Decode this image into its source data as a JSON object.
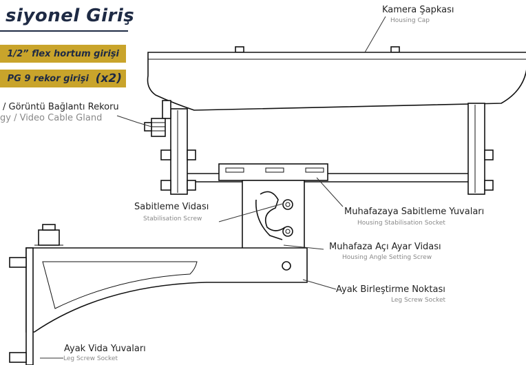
{
  "title": "siyonel Giriş",
  "inputs": {
    "flex_label": "1/2” flex hortum girişi",
    "pg9_label": "PG 9 rekor girişi",
    "pg9_count": "(x2)"
  },
  "labels": {
    "housing_cap": {
      "main": "Kamera Şapkası",
      "sub": "Housing Cap"
    },
    "cable_gland": {
      "main": "/ Görüntü Bağlantı Rekoru",
      "sub": "gy / Video Cable Gland"
    },
    "stabilisation_screw": {
      "main": "Sabitleme Vidası",
      "sub": "Stabilisation Screw"
    },
    "housing_stab_socket": {
      "main": "Muhafazaya Sabitleme Yuvaları",
      "sub": "Housing Stabilisation Socket"
    },
    "angle_screw": {
      "main": "Muhafaza Açı Ayar Vidası",
      "sub": "Housing Angle Setting Screw"
    },
    "leg_joint": {
      "main": "Ayak Birleştirme Noktası",
      "sub": "Leg Screw Socket"
    },
    "leg_screw": {
      "main": "Ayak Vida Yuvaları",
      "sub": "Leg Screw Socket"
    }
  },
  "colors": {
    "accent_band": "#c9a42b",
    "title_text": "#1e2a44",
    "line": "#111111"
  }
}
